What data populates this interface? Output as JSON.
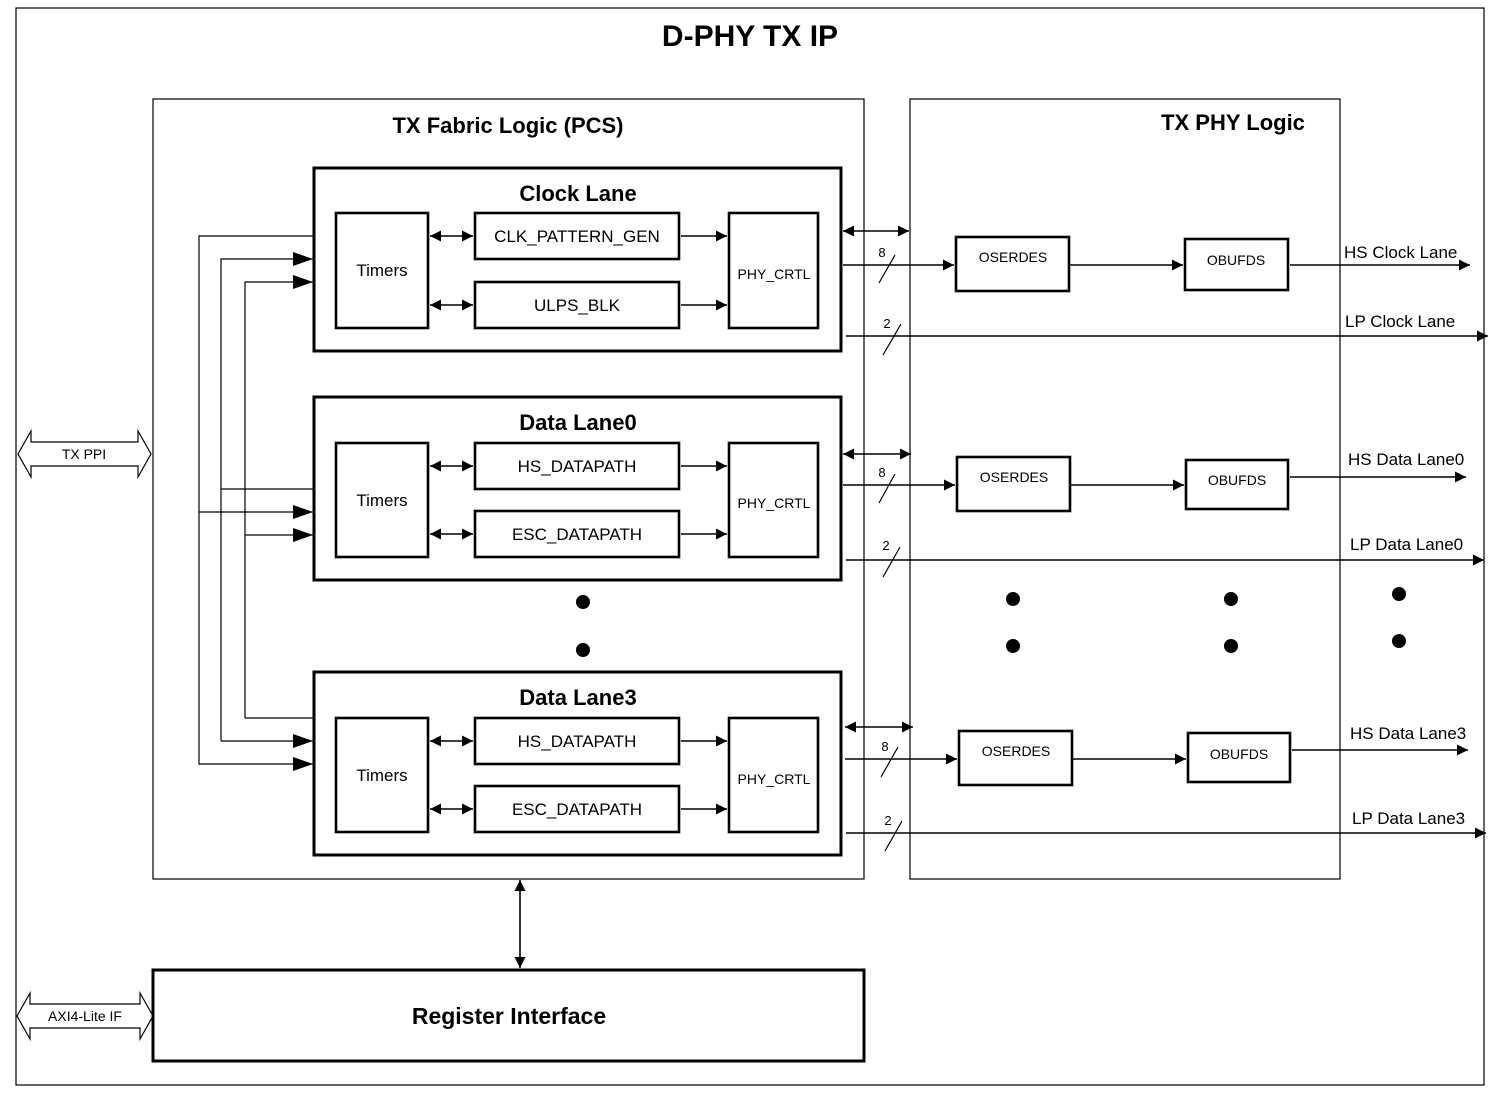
{
  "title": "D-PHY TX IP",
  "fabric": {
    "title": "TX Fabric Logic (PCS)"
  },
  "phy": {
    "title": "TX PHY Logic"
  },
  "ports": {
    "ppi": "TX PPI",
    "axi": "AXI4-Lite IF"
  },
  "register": "Register Interface",
  "lanes": [
    {
      "title": "Clock Lane",
      "timers": "Timers",
      "block1": "CLK_PATTERN_GEN",
      "block2": "ULPS_BLK",
      "ctrl": "PHY_CRTL",
      "serdes": "OSERDES",
      "obuf": "OBUFDS",
      "bus_hs": "8",
      "bus_lp": "2",
      "hs_out": "HS Clock Lane",
      "lp_out": "LP  Clock Lane"
    },
    {
      "title": "Data Lane0",
      "timers": "Timers",
      "block1": "HS_DATAPATH",
      "block2": "ESC_DATAPATH",
      "ctrl": "PHY_CRTL",
      "serdes": "OSERDES",
      "obuf": "OBUFDS",
      "bus_hs": "8",
      "bus_lp": "2",
      "hs_out": "HS Data Lane0",
      "lp_out": "LP Data Lane0"
    },
    {
      "title": "Data Lane3",
      "timers": "Timers",
      "block1": "HS_DATAPATH",
      "block2": "ESC_DATAPATH",
      "ctrl": "PHY_CRTL",
      "serdes": "OSERDES",
      "obuf": "OBUFDS",
      "bus_hs": "8",
      "bus_lp": "2",
      "hs_out": "HS Data Lane3",
      "lp_out": "LP Data Lane3"
    }
  ]
}
